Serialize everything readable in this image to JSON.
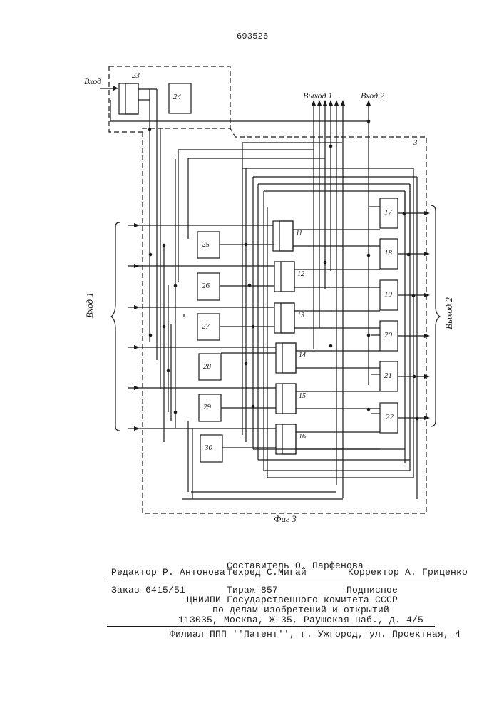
{
  "page_number": "693526",
  "labels": {
    "vhod": "Вход",
    "vhod1": "Вход 1",
    "vyhod1": "Выход 1",
    "vyhod2_top": "Вход 2",
    "vyhod2_right": "Выход 2",
    "block3": "3",
    "fig": "Фиг 3"
  },
  "blocks": {
    "b23": "23",
    "b24": "24",
    "b25": "25",
    "b26": "26",
    "b27": "27",
    "b28": "28",
    "b29": "29",
    "b30": "30",
    "b11": "11",
    "b12": "12",
    "b13": "13",
    "b14": "14",
    "b15": "15",
    "b16": "16",
    "b17": "17",
    "b18": "18",
    "b19": "19",
    "b20": "20",
    "b21": "21",
    "b22": "22"
  },
  "footer": {
    "composer": "Составитель О. Парфенова",
    "editor": "Редактор Р. Антонова",
    "techred": "Техред С.Мигай",
    "corrector": "Корректор А. Гриценко",
    "order": "Заказ 6415/51",
    "circulation": "Тираж 857",
    "subscription": "Подписное",
    "org": "ЦНИИПИ Государственного комитета СССР",
    "org2": "по делам изобретений и открытий",
    "address": "113035, Москва, Ж-35, Раушская наб., д. 4/5",
    "branch": "Филиал ППП ''Патент'', г. Ужгород, ул. Проектная, 4"
  }
}
